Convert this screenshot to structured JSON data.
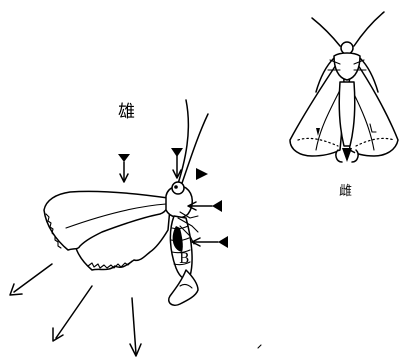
{
  "labels": {
    "male": "雄",
    "female": "雌",
    "marker_b": "B"
  }
}
